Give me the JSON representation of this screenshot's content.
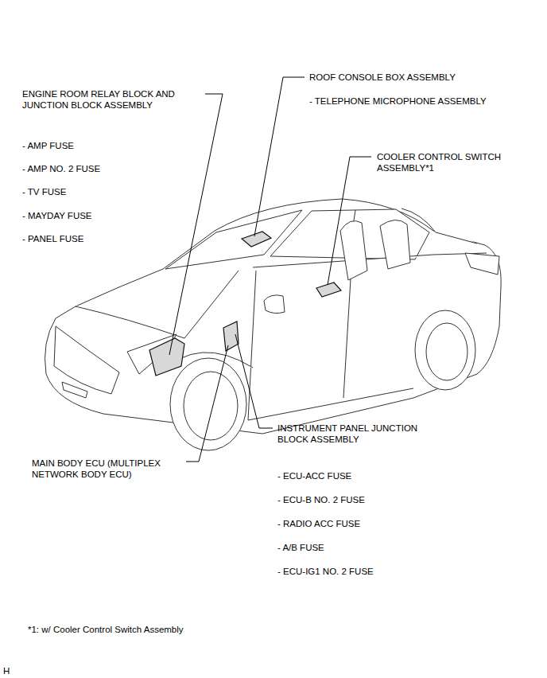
{
  "diagram": {
    "labels": [
      "ENGINE ROOM RELAY BLOCK AND JUNCTION BLOCK ASSEMBLY",
      "- AMP FUSE",
      "- AMP NO. 2 FUSE",
      "- TV FUSE",
      "- MAYDAY FUSE",
      "- PANEL FUSE",
      "ROOF CONSOLE BOX ASSEMBLY",
      "- TELEPHONE MICROPHONE ASSEMBLY",
      "COOLER CONTROL SWITCH ASSEMBLY*1",
      "INSTRUMENT PANEL JUNCTION BLOCK ASSEMBLY",
      "- ECU-ACC FUSE",
      "- ECU-B NO. 2 FUSE",
      "- RADIO ACC FUSE",
      "- A/B FUSE",
      "- ECU-IG1 NO. 2 FUSE",
      "MAIN BODY ECU (MULTIPLEX NETWORK BODY ECU)",
      "*1: w/ Cooler Control Switch Assembly",
      "H"
    ]
  }
}
